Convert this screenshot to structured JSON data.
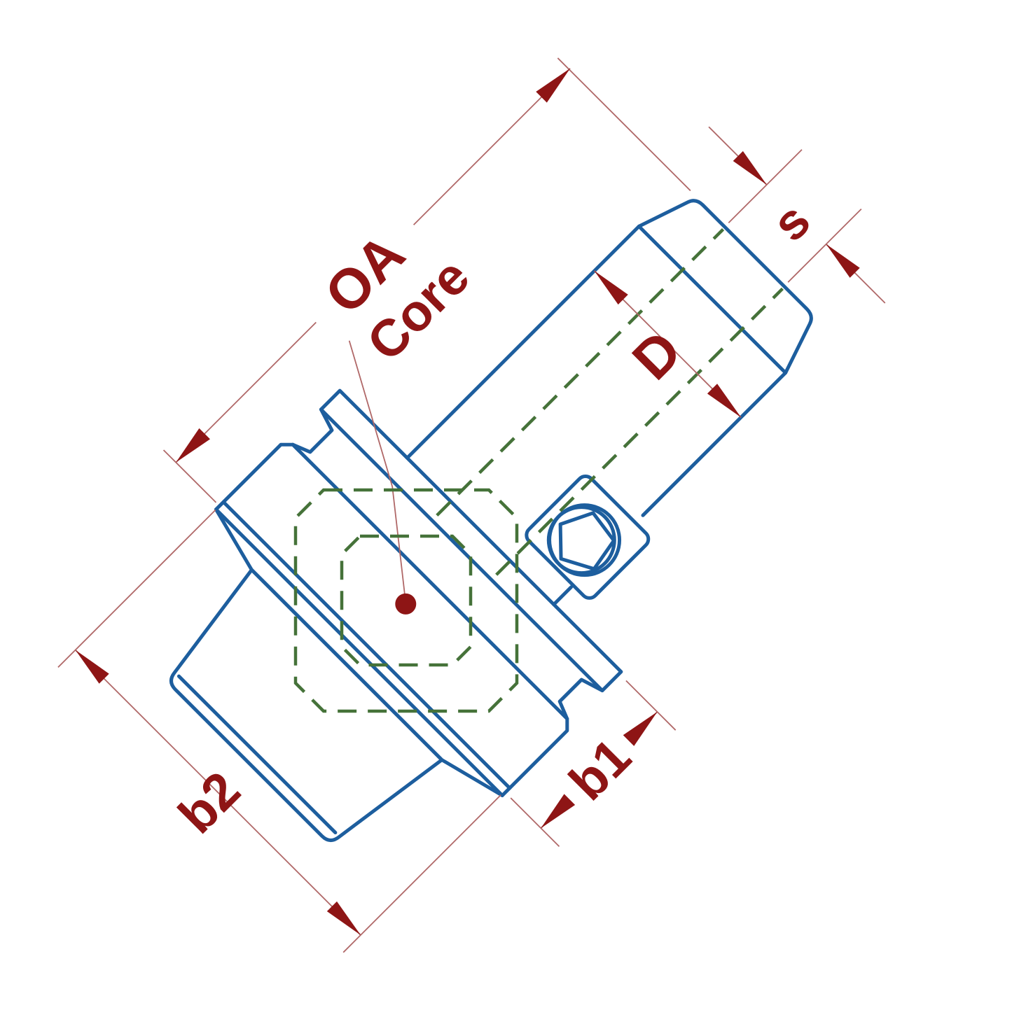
{
  "drawing": {
    "kind": "technical-drawing-tool-holder-side-view",
    "rotation_degrees": -45,
    "labels": {
      "oa": "OA",
      "core": "Core",
      "d": "D",
      "s": "s",
      "b1": "b1",
      "b2": "b2"
    },
    "colors": {
      "outline": "#1d5e9e",
      "hidden": "#457239",
      "dimension": "#8e1515",
      "leader": "#b06868",
      "background": "#ffffff"
    },
    "markers": {
      "core_marker": "filled-red-dot"
    }
  }
}
